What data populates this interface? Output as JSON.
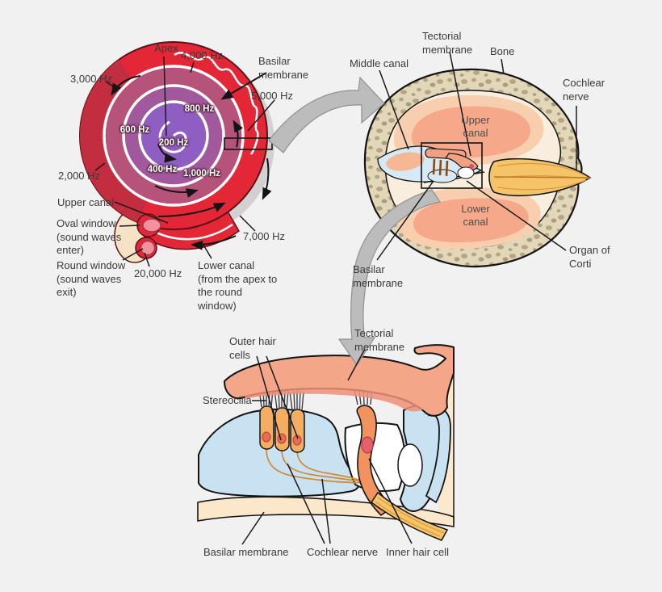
{
  "colors": {
    "background": "#f2f1f1",
    "spiral_outer_red": "#e32737",
    "spiral_dark_red": "#c22d3f",
    "spiral_band2_mauve": "#b5537b",
    "spiral_band3_purple": "#a1589d",
    "spiral_center_purple": "#8f5ec2",
    "window_pink": "#f2919d",
    "bone_tan": "#e3d7b9",
    "bone_speckle": "#b4a585",
    "inner_cream": "#f9eedd",
    "canal_peach_light": "#f8cfae",
    "canal_peach": "#f5a98a",
    "middle_canal_blue": "#d6e9f4",
    "nerve_yellow": "#f6c468",
    "support_cell_blue": "#c9e2f2",
    "tectorial_salmon": "#f4a688",
    "hair_cell_orange": "#f5ad62",
    "nucleus_red": "#e75f6d",
    "gray_arrow": "#bcbcbc"
  },
  "spiral": {
    "apex": "Apex",
    "f4000": "4,000 Hz",
    "f3000": "3,000 Hz",
    "f5000": "5,000 Hz",
    "f2000": "2,000 Hz",
    "f7000": "7,000 Hz",
    "f20000": "20,000 Hz",
    "f800": "800 Hz",
    "f600": "600 Hz",
    "f200": "200 Hz",
    "f400": "400 Hz",
    "f1000": "1,000 Hz",
    "basilar_membrane": "Basilar membrane",
    "upper_canal": "Upper canal",
    "oval_window": "Oval window (sound waves enter)",
    "round_window": "Round window (sound waves exit)",
    "lower_canal": "Lower canal (from the apex to the round window)"
  },
  "cross": {
    "tectorial_membrane": "Tectorial membrane",
    "middle_canal": "Middle canal",
    "bone": "Bone",
    "cochlear_nerve": "Cochlear nerve",
    "upper_canal": "Upper canal",
    "lower_canal": "Lower canal",
    "basilar_membrane": "Basilar membrane",
    "organ_of_corti": "Organ of Corti"
  },
  "organ": {
    "outer_hair_cells": "Outer hair cells",
    "tectorial_membrane": "Tectorial membrane",
    "stereocilia": "Stereocilia",
    "basilar_membrane": "Basilar membrane",
    "cochlear_nerve": "Cochlear nerve",
    "inner_hair_cell": "Inner hair cell"
  }
}
